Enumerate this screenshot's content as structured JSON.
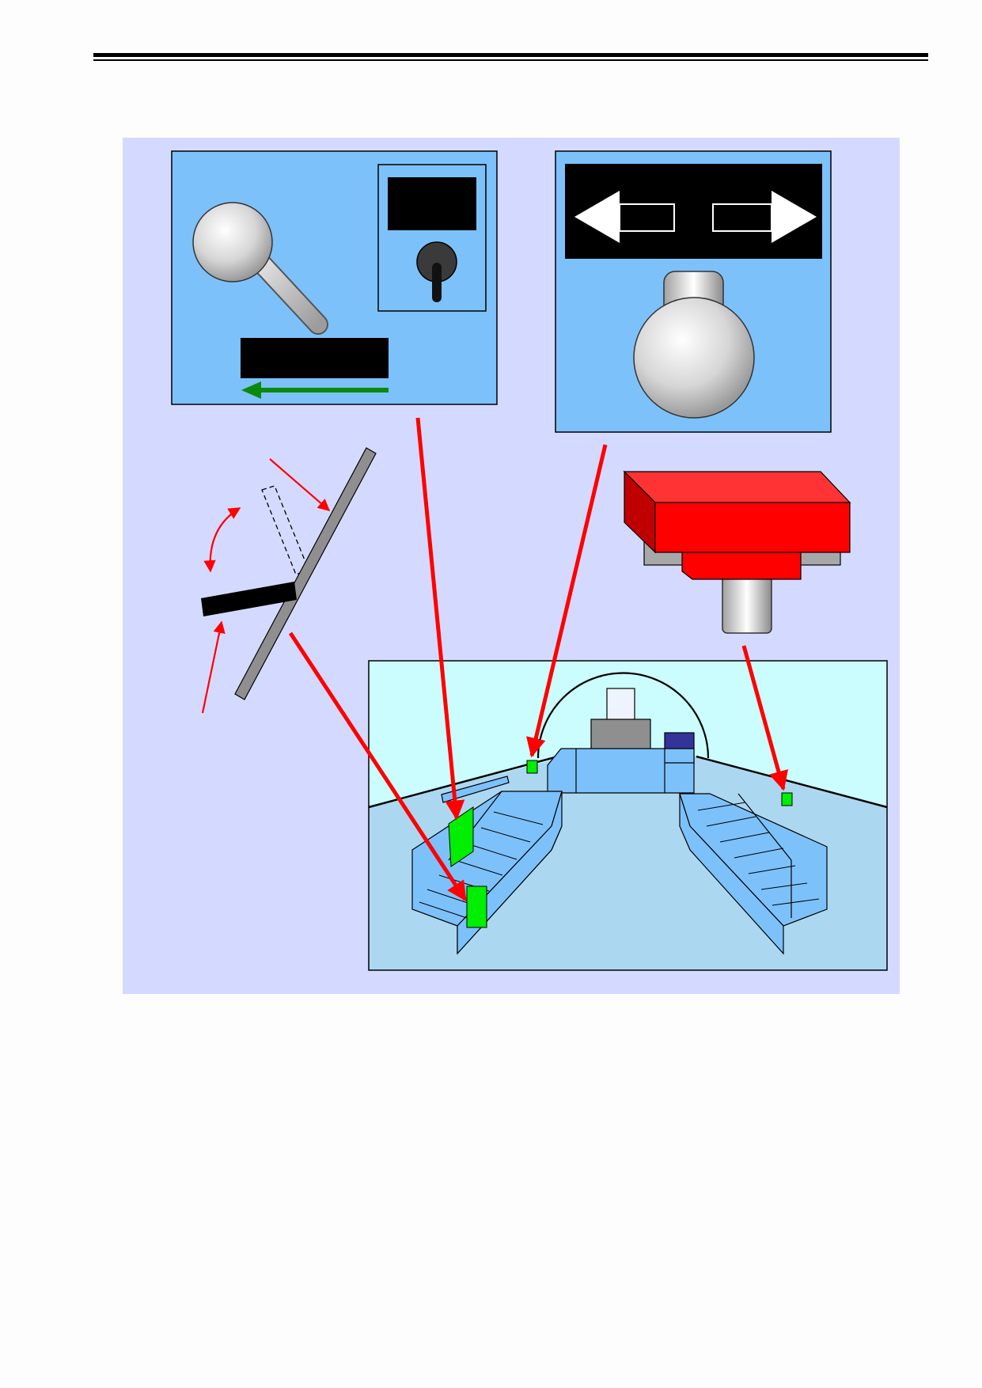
{
  "document": {
    "figure_type": "cockpit control location diagram",
    "text_labels": []
  },
  "colors": {
    "figure_background": "#d4daff",
    "panel_background": "#7dc1fb",
    "cockpit_floor": "#acd7f0",
    "cockpit_sky": "#cbfdff",
    "highlight_green": "#00ee00",
    "callout_red": "#ff0000",
    "switch_knob_red": "#ff0000",
    "label_plate_black": "#000000",
    "direction_arrow_green": "#0a8a0a",
    "pedestal_dark_blue": "#333399"
  },
  "parts": {
    "lever_panel": {
      "contents": [
        "ball-handle-lever",
        "label-plate",
        "green-direction-arrow",
        "toggle-switch-box"
      ]
    },
    "selector_panel": {
      "contents": [
        "black-label-strip",
        "left-right-double-arrow",
        "round-knob"
      ]
    },
    "red_knob": {
      "contents": [
        "red-box-knob",
        "cylindrical-shaft"
      ]
    },
    "pedal_detail": {
      "contents": [
        "hinged-plate",
        "pedal-bar",
        "dashed-alternate-position",
        "rotation-arrow"
      ]
    },
    "cockpit_view": {
      "highlighted_locations": 4
    }
  }
}
